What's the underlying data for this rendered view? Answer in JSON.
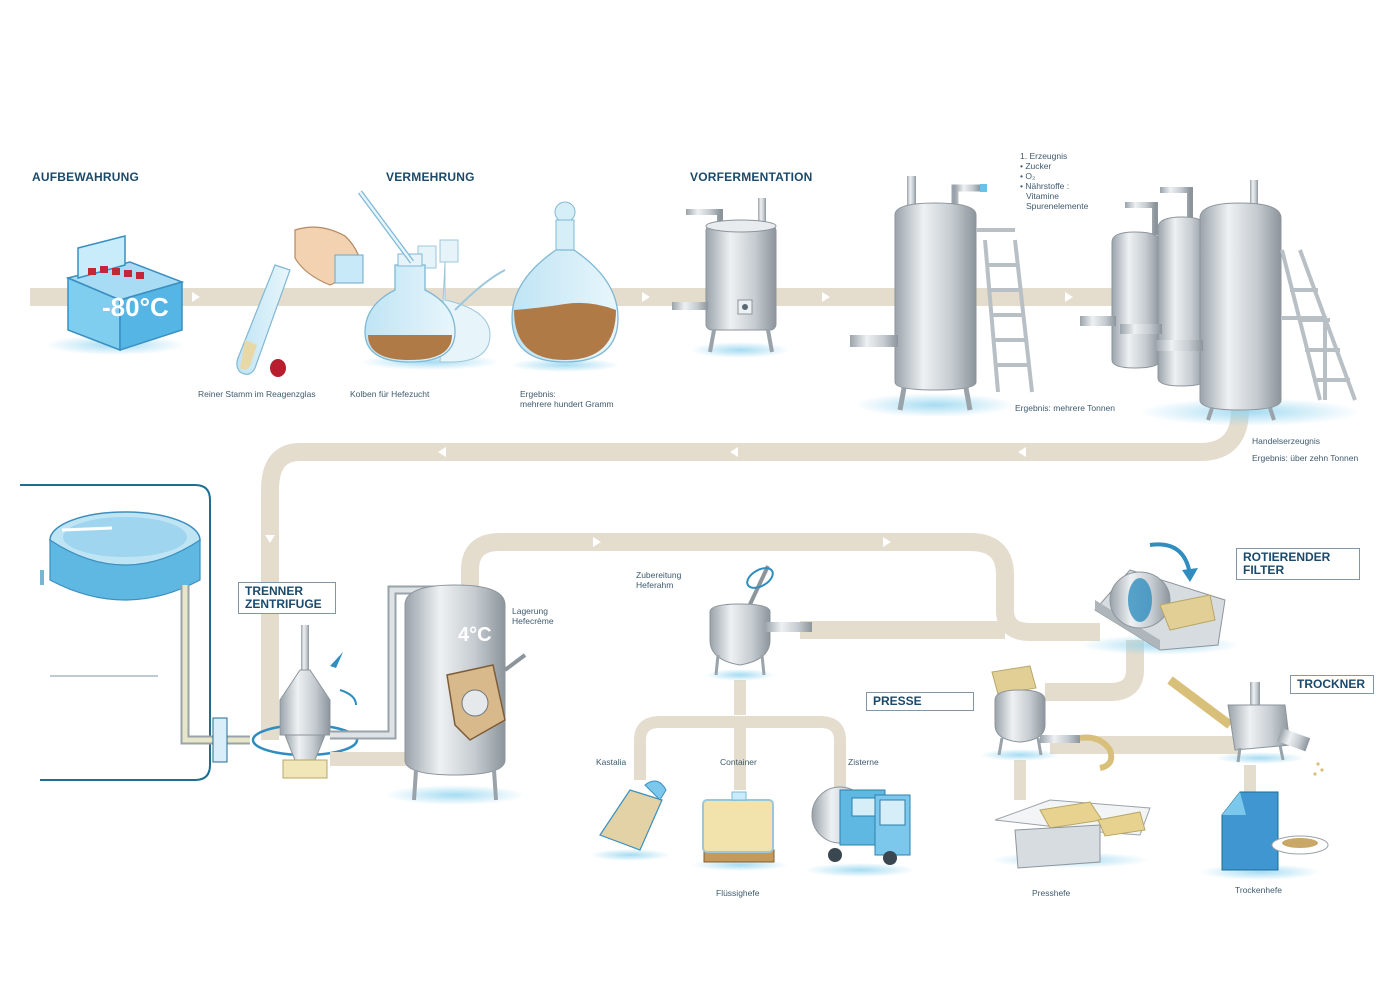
{
  "sections": {
    "aufbewahrung": "AUFBEWAHRUNG",
    "vermehrung": "VERMEHRUNG",
    "vorfermentation": "VORFERMENTATION"
  },
  "boxes": {
    "trenner_line1": "TRENNER",
    "trenner_line2": "ZENTRIFUGE",
    "rotierender_line1": "ROTIERENDER",
    "rotierender_line2": "FILTER",
    "presse": "PRESSE",
    "trockner": "TROCKNER"
  },
  "temps": {
    "freezer": "-80°C",
    "storage_tank": "4°C"
  },
  "captions": {
    "reagenzglas": "Reiner Stamm im Reagenzglas",
    "kolben": "Kolben für Hefezucht",
    "ergebnis_gramm_1": "Ergebnis:",
    "ergebnis_gramm_2": "mehrere hundert Gramm",
    "erzeugnis_1": "1. Erzeugnis",
    "zucker": "• Zucker",
    "o2": "• O₂",
    "naehrstoffe": "• Nährstoffe :",
    "vitamine": "Vitamine",
    "spurenelemente": "Spurenelemente",
    "ergebnis_tonnen": "Ergebnis: mehrere Tonnen",
    "handelserzeugnis": "Handelserzeugnis",
    "ergebnis_zehn": "Ergebnis: über zehn Tonnen",
    "lagerung_1": "Lagerung",
    "lagerung_2": "Hefecrème",
    "zubereitung_1": "Zubereitung",
    "zubereitung_2": "Heferahm",
    "kastalia": "Kastalia",
    "container": "Container",
    "zisterne": "Zisterne",
    "fluessighefe": "Flüssighefe",
    "presshefe": "Presshefe",
    "trockenhefe": "Trockenhefe"
  },
  "colors": {
    "pipe_flow": "#e4dccd",
    "steel": "#c9ced2",
    "liquid": "#b07a47",
    "glass": "#cfeaf6",
    "ice": "#7cc8ec",
    "label_text": "#1b4a6b"
  }
}
